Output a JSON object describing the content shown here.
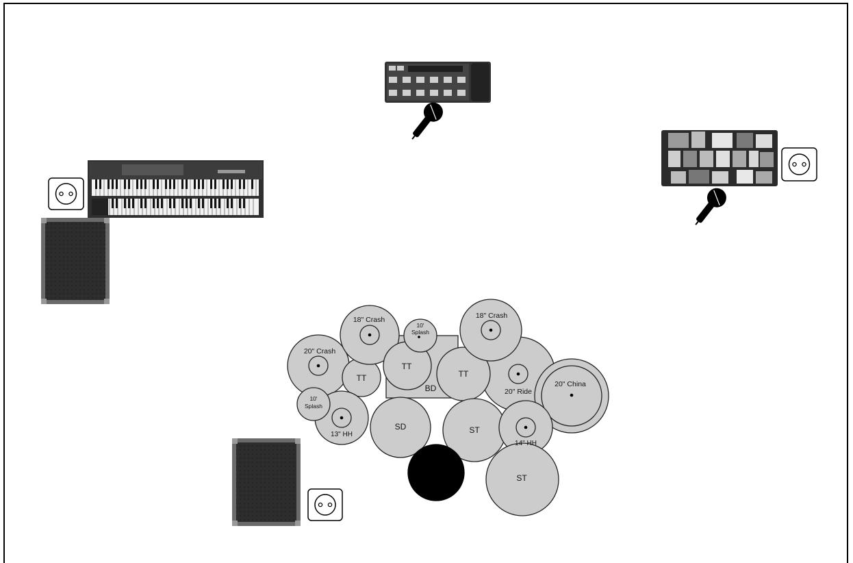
{
  "stage_plot": {
    "drums": {
      "cymbal_20_crash": "20\" Crash",
      "cymbal_18_crash_left": "18\" Crash",
      "splash_top_line1": "10'",
      "splash_top_line2": "Splash",
      "cymbal_18_crash_right": "18\" Crash",
      "tom_left": "TT",
      "tom_center_left": "TT",
      "tom_center_right": "TT",
      "bass_drum": "BD",
      "ride": "20\" Ride",
      "china": "20\" China",
      "splash_left_line1": "10'",
      "splash_left_line2": "Splash",
      "hihat_13": "13\" HH",
      "snare": "SD",
      "floor_tom_1": "ST",
      "hihat_14": "14\" HH",
      "floor_tom_2": "ST"
    },
    "colors": {
      "drum_fill": "#cccccc",
      "stroke": "#222222",
      "throne": "#000000",
      "case": "#2a2a2a"
    },
    "icons": {
      "keyboard": "keyboard-icon",
      "power_outlet": "power-outlet-icon",
      "amp_case": "amp-case-icon",
      "pedalboard": "pedalboard-icon",
      "foot_controller": "foot-controller-icon",
      "microphone": "microphone-icon",
      "drum_throne": "drum-throne-icon"
    }
  }
}
